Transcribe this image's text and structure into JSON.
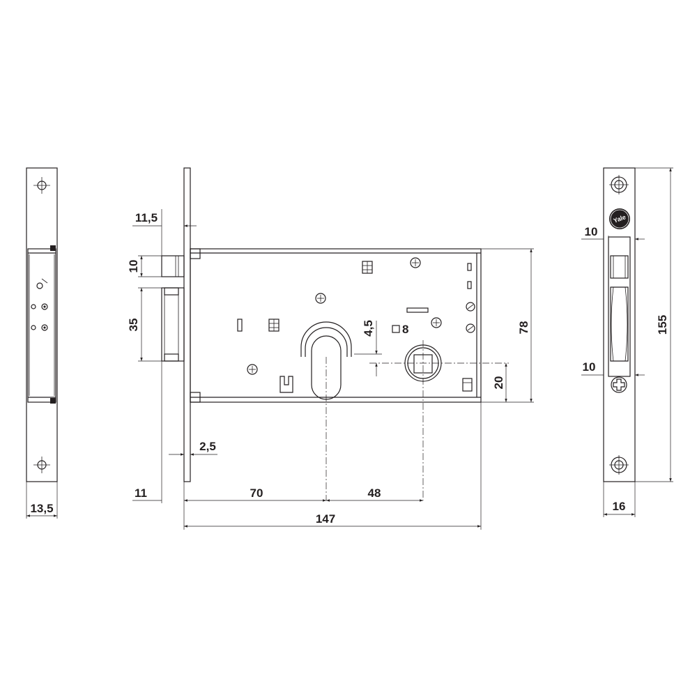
{
  "brand": "Yale",
  "dimensions": {
    "side_width": "13,5",
    "faceplate_offset": "11,5",
    "latch_height": "10",
    "bolt_height": "35",
    "faceplate_thickness": "2,5",
    "backset_front": "11",
    "backset": "70",
    "spindle_to_cylinder": "48",
    "body_length": "147",
    "spindle_offset": "4,5",
    "spindle_square": "8",
    "cylinder_to_spindle": "20",
    "body_height": "78",
    "strike_latch": "10",
    "strike_bolt": "10",
    "strike_height": "155",
    "strike_width": "16"
  }
}
